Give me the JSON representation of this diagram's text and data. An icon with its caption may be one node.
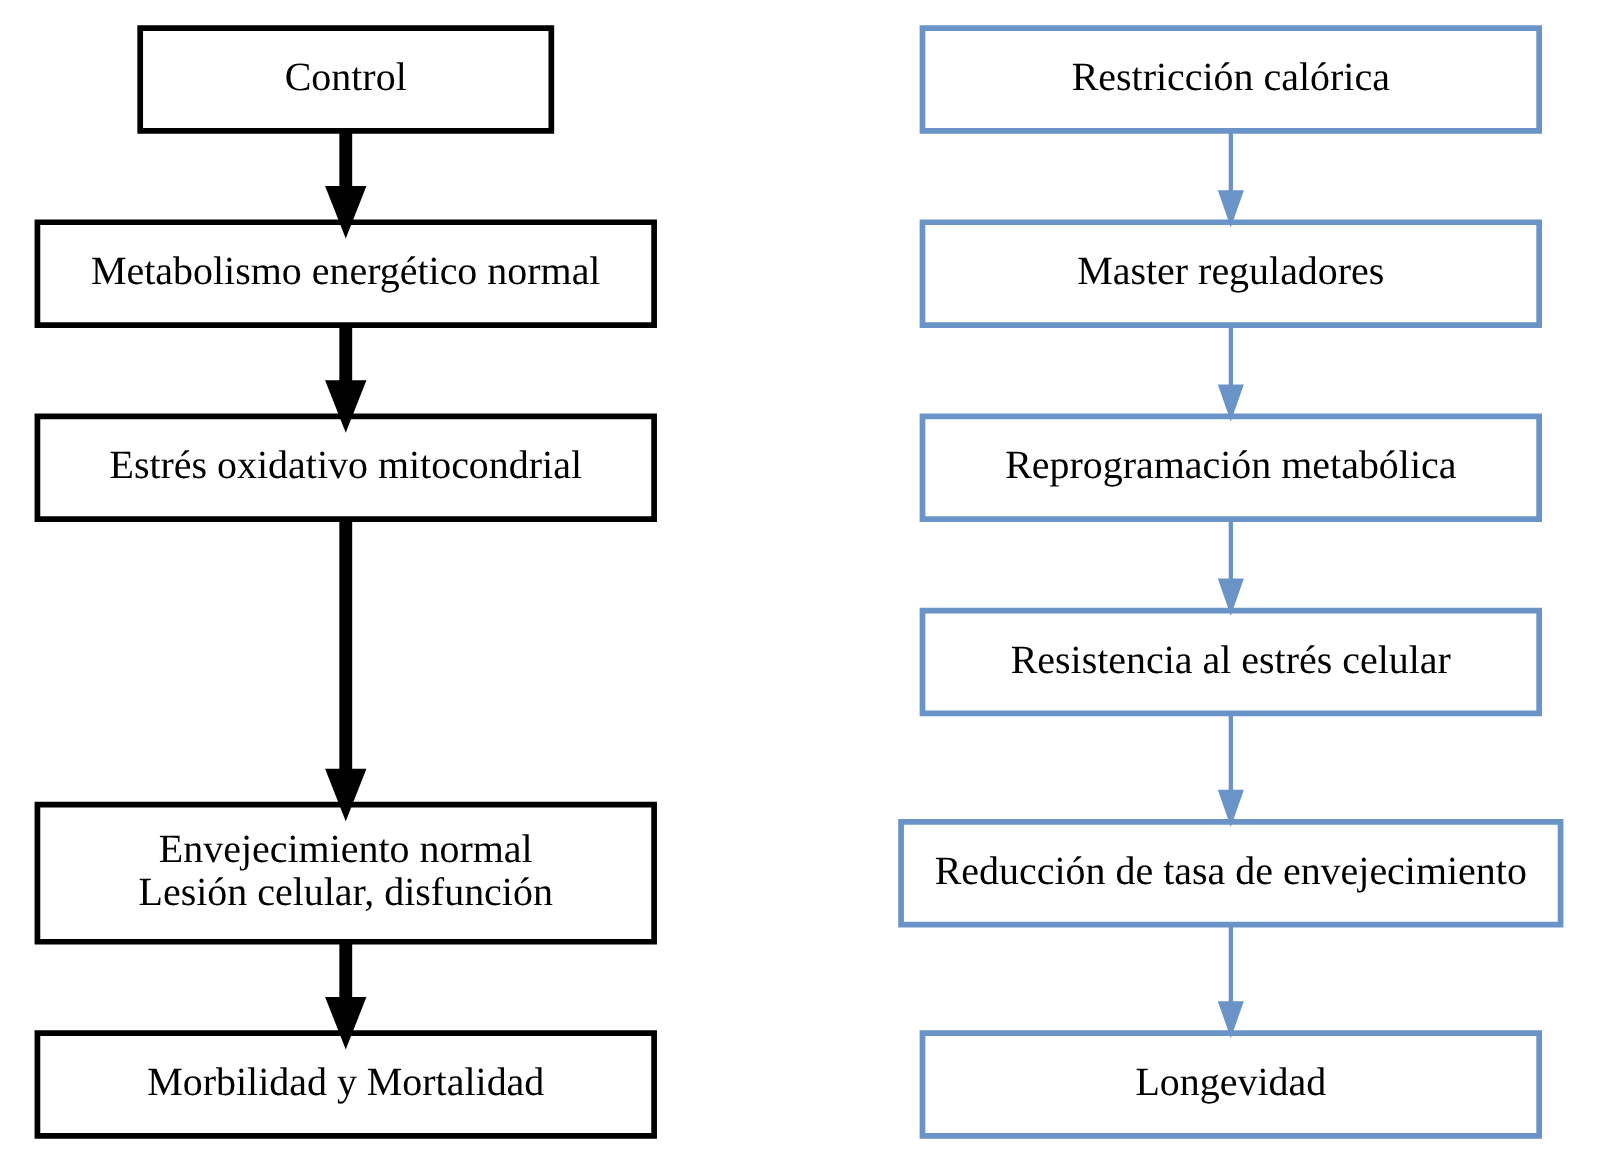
{
  "diagram": {
    "nodes": [
      {
        "text": [
          "Control"
        ]
      },
      {
        "text": [
          "Metabolismo energético normal"
        ]
      },
      {
        "text": [
          "Estrés oxidativo mitocondrial"
        ]
      },
      {
        "text": [
          "Envejecimiento normal",
          "Lesión celular, disfunción"
        ]
      },
      {
        "text": [
          "Morbilidad y Mortalidad"
        ]
      },
      {
        "text": [
          "Restricción calórica"
        ]
      },
      {
        "text": [
          "Master reguladores"
        ]
      },
      {
        "text": [
          "Reprogramación metabólica"
        ]
      },
      {
        "text": [
          "Resistencia al estrés celular"
        ]
      },
      {
        "text": [
          "Reducción de tasa de envejecimiento"
        ]
      },
      {
        "text": [
          "Longevidad"
        ]
      }
    ],
    "edges": [
      {
        "from": 0,
        "to": 1,
        "arrow": "to",
        "style": "thick",
        "color": "#000000"
      },
      {
        "from": 1,
        "to": 2,
        "arrow": "to",
        "style": "thick",
        "color": "#000000"
      },
      {
        "from": 2,
        "to": 3,
        "arrow": "to",
        "style": "thick",
        "color": "#000000"
      },
      {
        "from": 3,
        "to": 4,
        "arrow": "to",
        "style": "thick",
        "color": "#000000"
      },
      {
        "from": 5,
        "to": 6,
        "arrow": "to"
      },
      {
        "from": 6,
        "to": 7,
        "arrow": "to"
      },
      {
        "from": 7,
        "to": 8,
        "arrow": "to"
      },
      {
        "from": 8,
        "to": 9,
        "arrow": "to"
      },
      {
        "from": 9,
        "to": 10,
        "arrow": "to"
      }
    ]
  }
}
